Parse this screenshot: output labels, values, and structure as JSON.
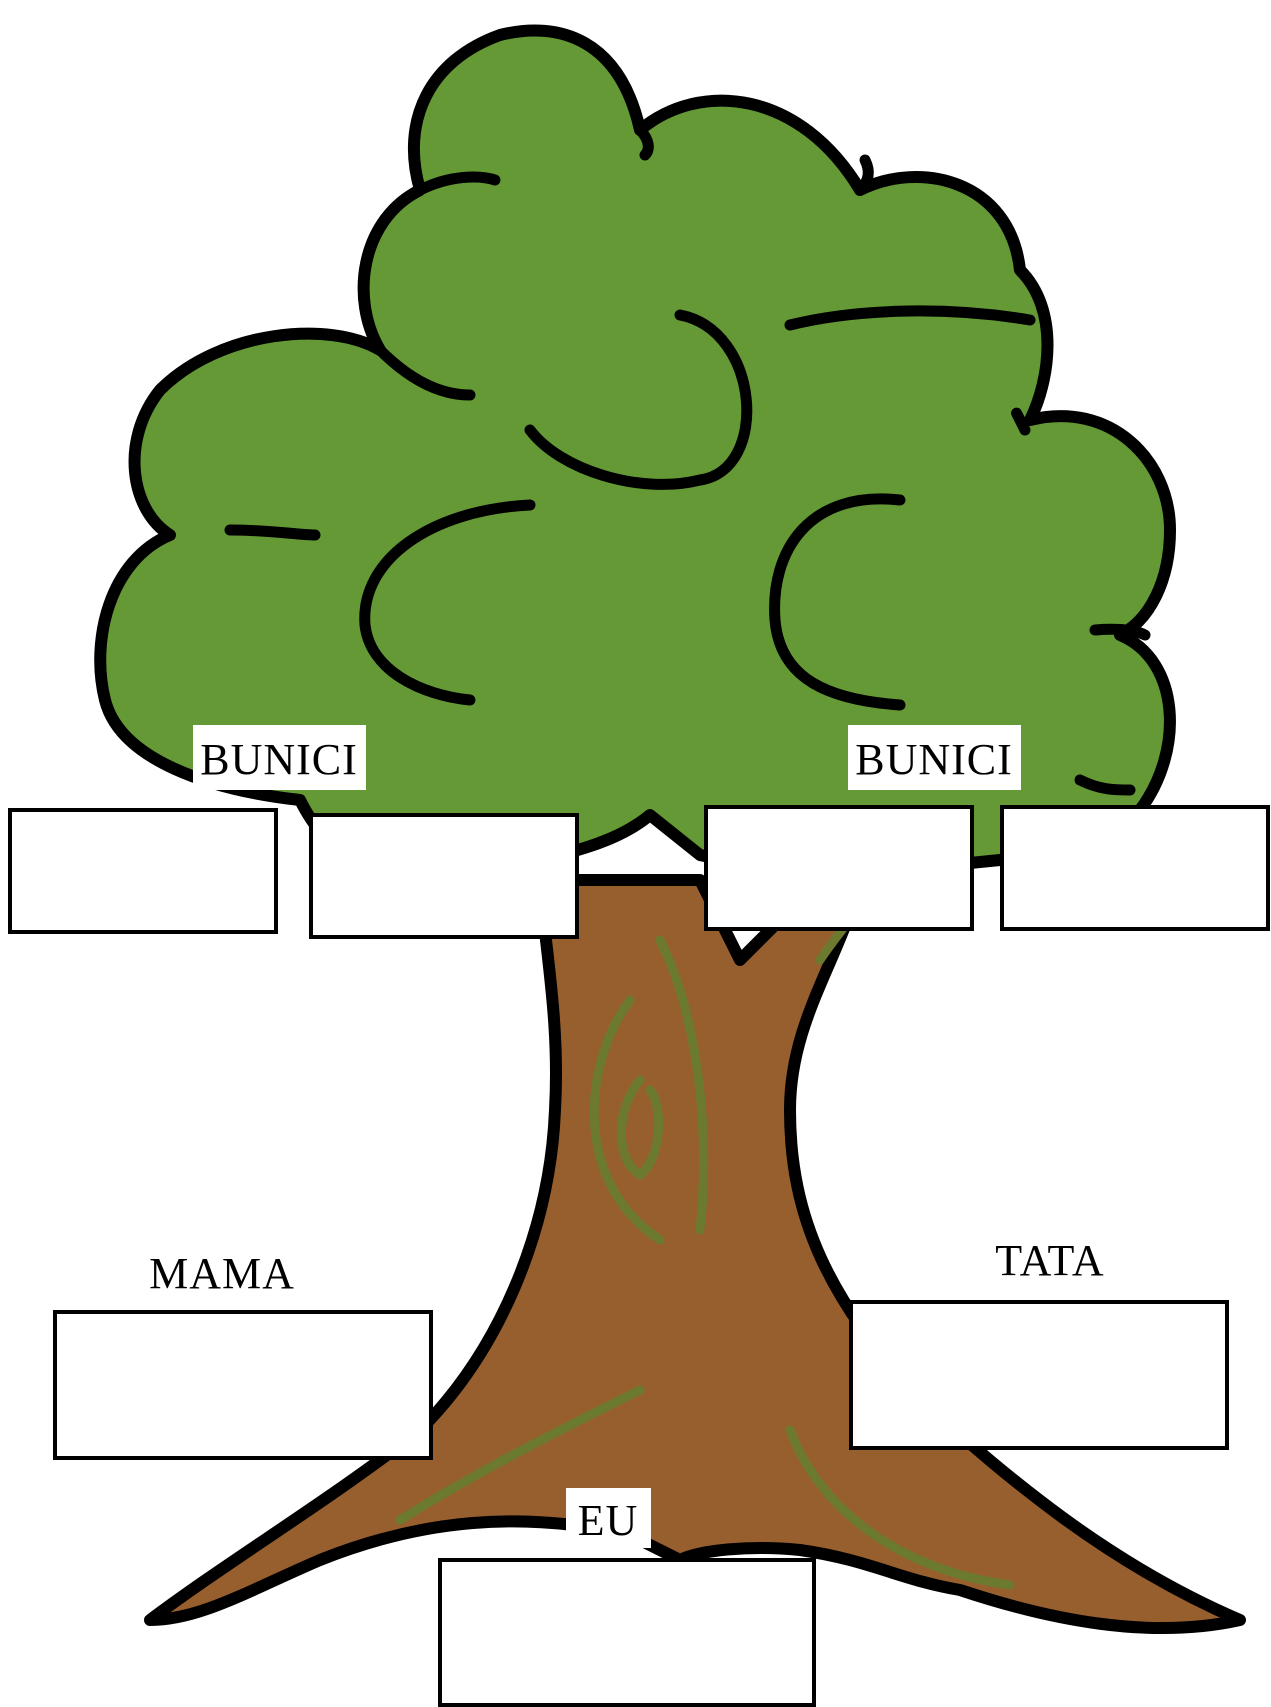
{
  "labels": {
    "grandparents_left": "BUNICI",
    "grandparents_right": "BUNICI",
    "mother": "MAMA",
    "father": "TATA",
    "self": "EU"
  },
  "colors": {
    "foliage": "#659935",
    "trunk": "#985f2e",
    "bark_lines": "#6b7a2e",
    "outline": "#000000",
    "box_fill": "#ffffff"
  }
}
